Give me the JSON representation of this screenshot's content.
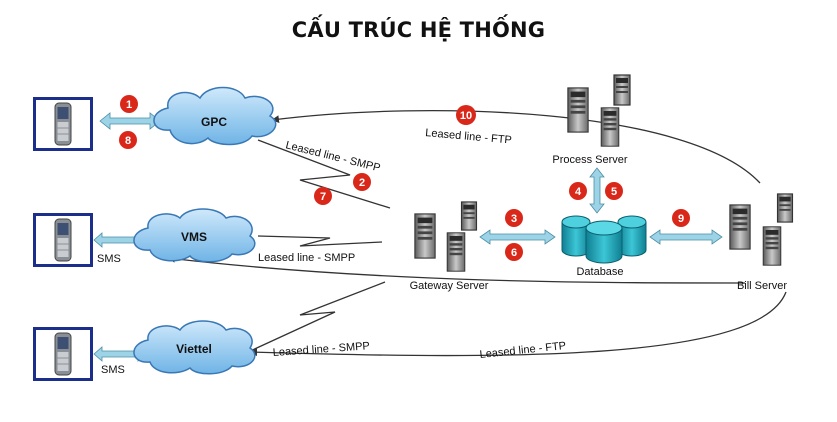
{
  "title": "CẤU TRÚC HỆ THỐNG",
  "networks": {
    "gpc": "GPC",
    "vms": "VMS",
    "viettel": "Viettel"
  },
  "servers": {
    "process": "Process Server",
    "gateway": "Gateway Server",
    "database": "Database",
    "bill": "Bill Server"
  },
  "links": {
    "gpc_smpp": "Leased line - SMPP",
    "gpc_ftp": "Leased line - FTP",
    "vms_smpp": "Leased line - SMPP",
    "viettel_smpp": "Leased line - SMPP",
    "viettel_ftp": "Leased line - FTP"
  },
  "sms_labels": {
    "vms": "SMS",
    "viettel": "SMS"
  },
  "steps": [
    "1",
    "2",
    "3",
    "4",
    "5",
    "6",
    "7",
    "8",
    "9",
    "10"
  ],
  "colors": {
    "step_badge": "#d9281a",
    "cloud": "#8ec7ee",
    "arrow": "#9dd3e6",
    "database": "#1fa6b8",
    "phone_frame": "#1c2e8c"
  }
}
